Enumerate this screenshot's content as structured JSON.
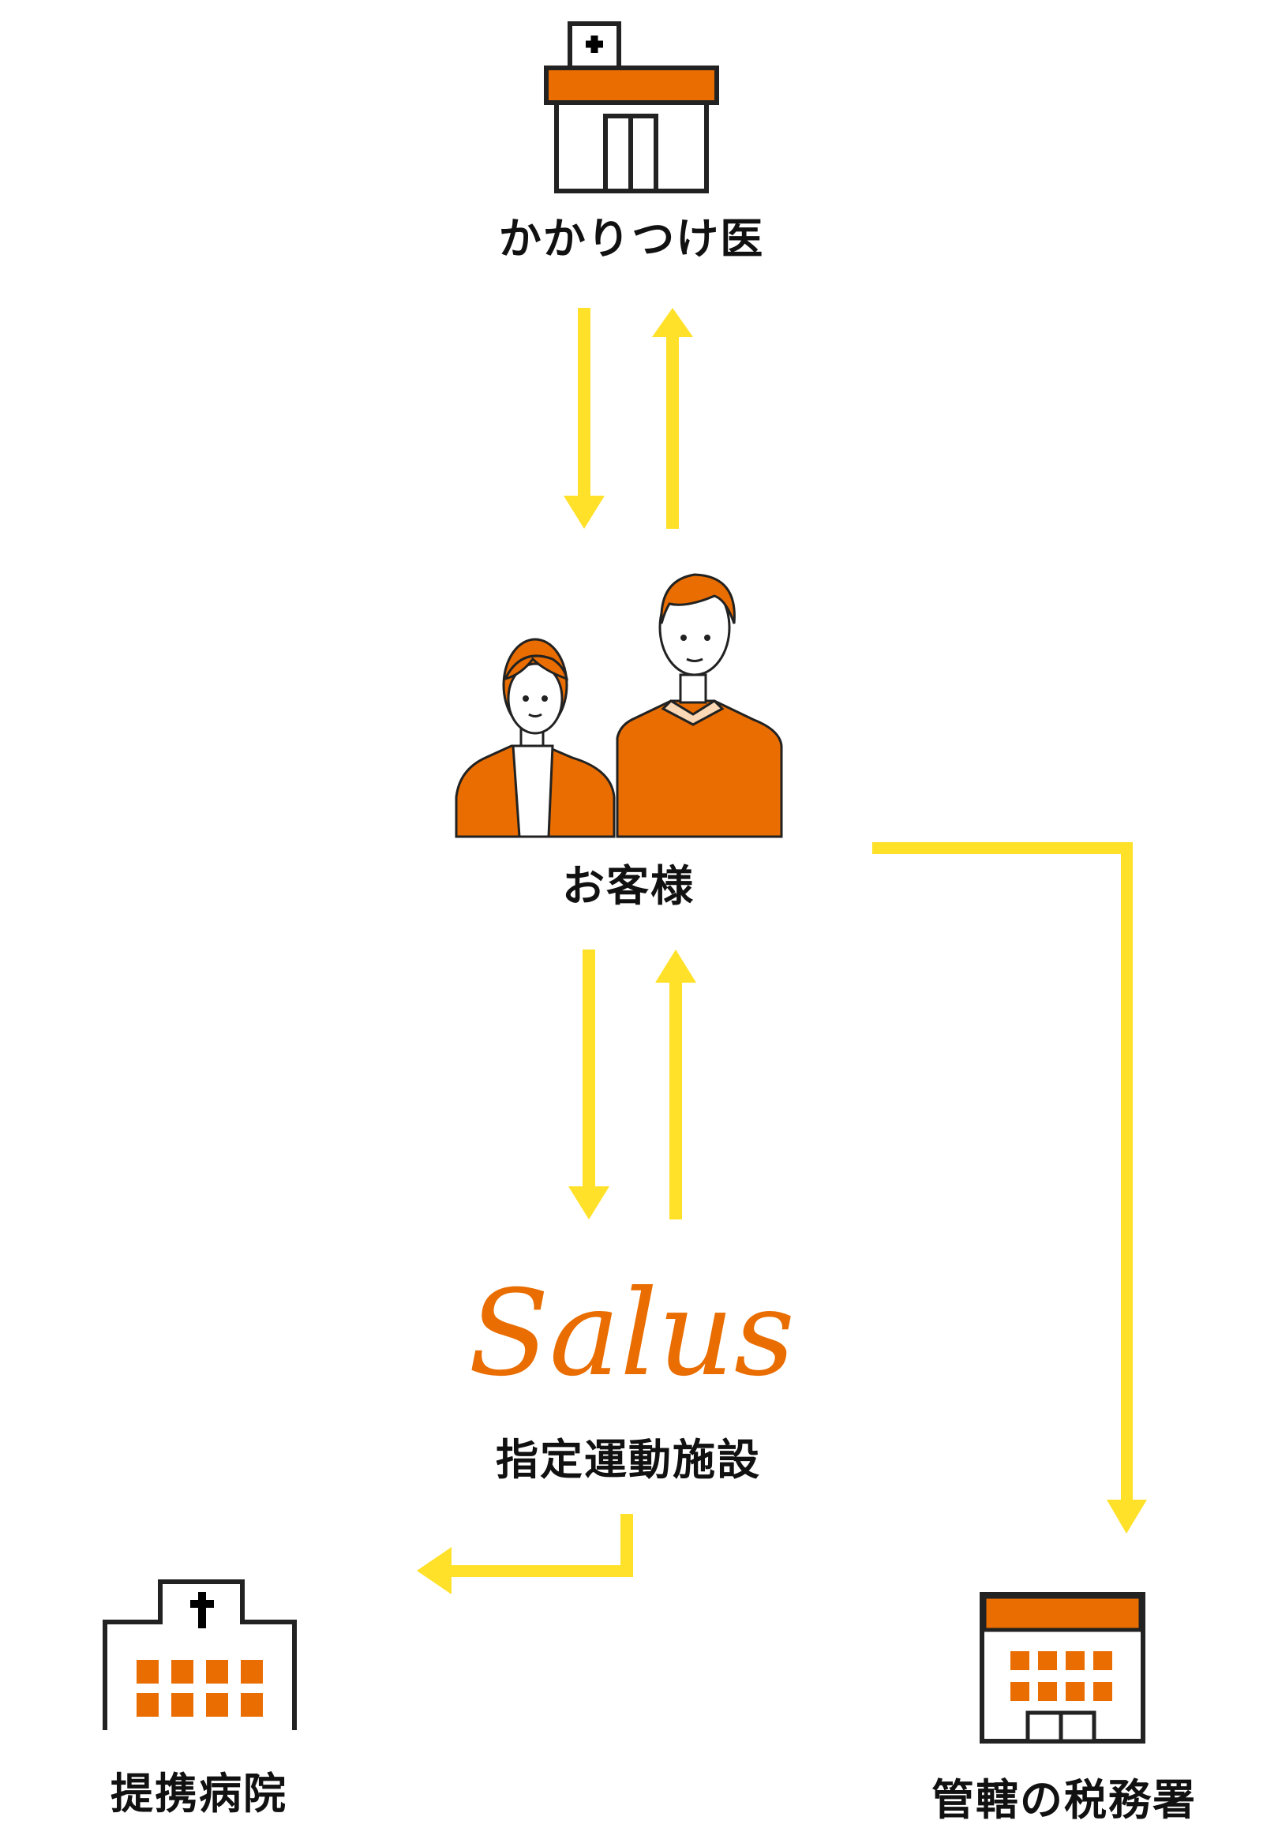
{
  "nodes": {
    "family_doctor": {
      "label": "かかりつけ医",
      "icon": "clinic-icon"
    },
    "customer": {
      "label": "お客様",
      "icon": "elderly-couple-icon"
    },
    "facility": {
      "logo": "Salus",
      "label": "指定運動施設"
    },
    "partner_hospital": {
      "label": "提携病院",
      "icon": "hospital-icon"
    },
    "tax_office": {
      "label": "管轄の税務署",
      "icon": "tax-office-icon"
    }
  },
  "colors": {
    "accent": "#E96D00",
    "arrow": "#FFE12A",
    "outline": "#222222"
  }
}
